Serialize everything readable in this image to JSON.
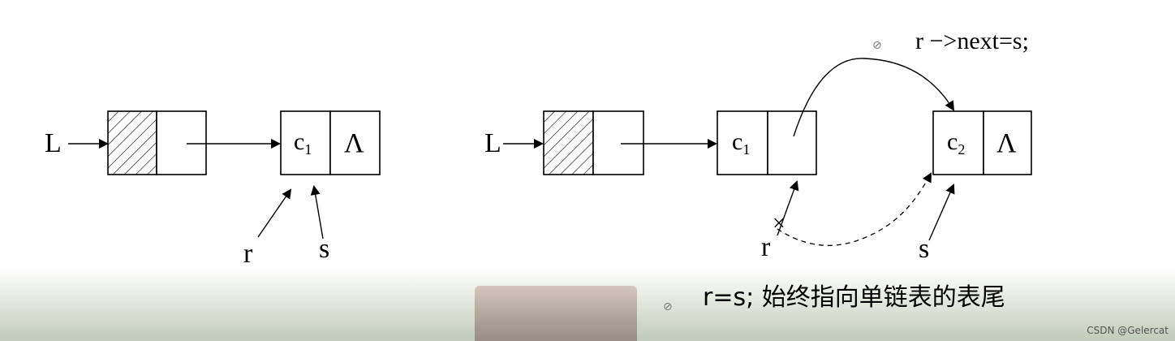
{
  "left_diagram": {
    "head_pointer": "L",
    "node1": {
      "data": "c",
      "subscript": "1",
      "next": "Λ"
    },
    "pointer_r": "r",
    "pointer_s": "s"
  },
  "right_diagram": {
    "head_pointer": "L",
    "node1": {
      "data": "c",
      "subscript": "1"
    },
    "node2": {
      "data": "c",
      "subscript": "2",
      "next": "Λ"
    },
    "pointer_r": "r",
    "pointer_s": "s",
    "statement_next": "r −>next=s;",
    "statement_tail": "r=s; 始终指向单链表的表尾",
    "crossed_mark": "×"
  },
  "bullet_marks": [
    "⊘",
    "⊘"
  ],
  "watermark": "CSDN @Gelercat",
  "colors": {
    "line": "#000000",
    "background_band": "#b0bea8"
  }
}
